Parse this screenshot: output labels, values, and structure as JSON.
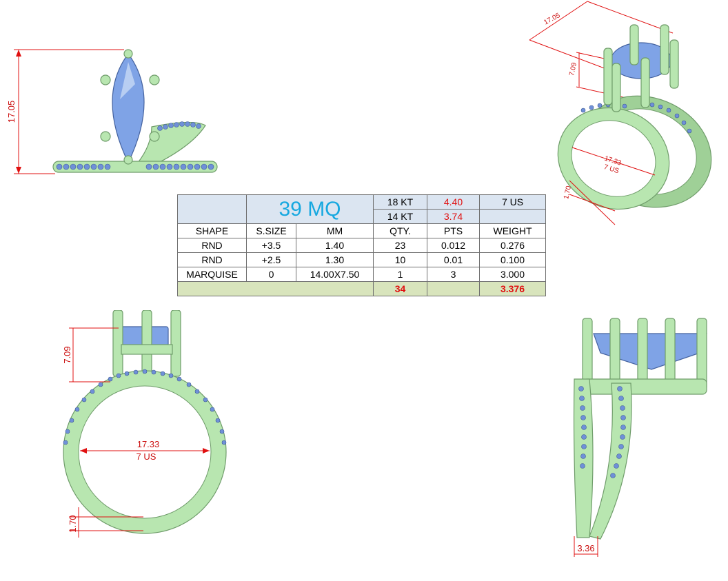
{
  "dimensions": {
    "top_view_height": "17.05",
    "iso_length": "17.05",
    "iso_height": "7.09",
    "iso_inner": "17.33",
    "iso_size": "7 US",
    "iso_band": "1.70",
    "front_height": "7.09",
    "front_inner": "17.33",
    "front_size": "7 US",
    "front_band": "1.70",
    "side_width": "3.36"
  },
  "table": {
    "title": "39 MQ",
    "metals": [
      {
        "karat": "18 KT",
        "weight": "4.40",
        "ring_size": "7 US"
      },
      {
        "karat": "14 KT",
        "weight": "3.74",
        "ring_size": ""
      }
    ],
    "headers": [
      "SHAPE",
      "S.SIZE",
      "MM",
      "QTY.",
      "PTS",
      "WEIGHT"
    ],
    "rows": [
      [
        "RND",
        "+3.5",
        "1.40",
        "23",
        "0.012",
        "0.276"
      ],
      [
        "RND",
        "+2.5",
        "1.30",
        "10",
        "0.01",
        "0.100"
      ],
      [
        "MARQUISE",
        "0",
        "14.00X7.50",
        "1",
        "3",
        "3.000"
      ]
    ],
    "totals": {
      "qty": "34",
      "weight": "3.376"
    }
  },
  "colors": {
    "metal": "#b8e6b0",
    "gem": "#7fa3e6",
    "dimension": "#e01010",
    "title": "#16a8e0",
    "header_fill": "#dbe5f1",
    "total_fill": "#d8e4bc"
  }
}
